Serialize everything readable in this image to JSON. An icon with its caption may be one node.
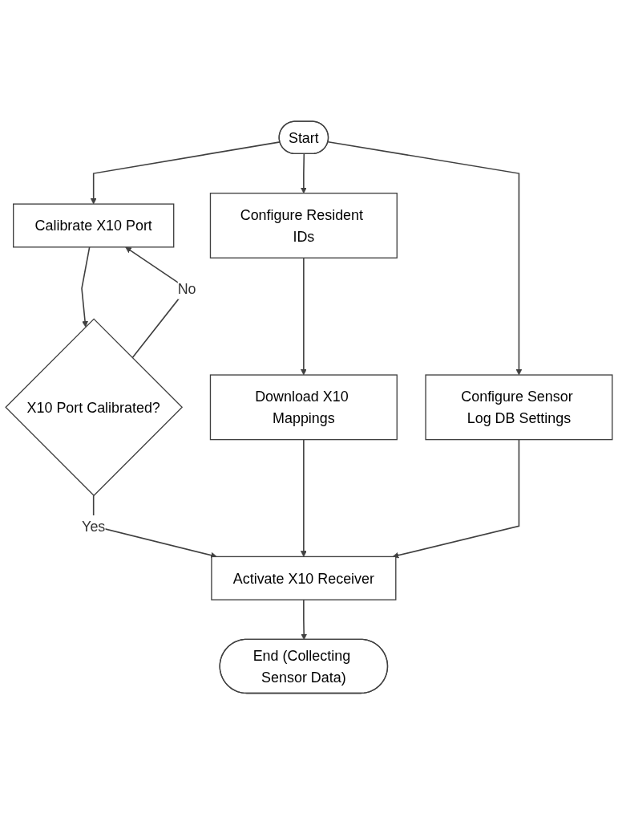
{
  "diagram": {
    "nodes": [
      {
        "text": [
          "Start"
        ]
      },
      {
        "text": [
          "Configure Resident IDs"
        ]
      },
      {
        "text": [
          "Calibrate X10 Port"
        ]
      },
      {
        "text": [
          "Configure Sensor Log DB Settings"
        ]
      },
      {
        "text": [
          "Download X10 Mappings"
        ]
      },
      {
        "text": [
          "X10 Port Calibrated?"
        ]
      },
      {
        "text": [
          "Activate X10 Receiver"
        ]
      },
      {
        "text": [
          "End (Collecting Sensor Data)"
        ]
      }
    ],
    "edges": [
      {
        "from": 0,
        "to": 1,
        "arrow": "to"
      },
      {
        "from": 0,
        "to": 2,
        "arrow": "to"
      },
      {
        "from": 0,
        "to": 3,
        "arrow": "to"
      },
      {
        "from": 1,
        "to": 4,
        "arrow": "to"
      },
      {
        "from": 2,
        "to": 5,
        "arrow": "to"
      },
      {
        "from": 5,
        "to": 2,
        "arrow": "to",
        "label": "No"
      },
      {
        "from": 5,
        "to": 6,
        "arrow": "to",
        "label": "Yes"
      },
      {
        "from": 4,
        "to": 6,
        "arrow": "to"
      },
      {
        "from": 3,
        "to": 6,
        "arrow": "to"
      },
      {
        "from": 6,
        "to": 7,
        "arrow": "to"
      }
    ]
  }
}
